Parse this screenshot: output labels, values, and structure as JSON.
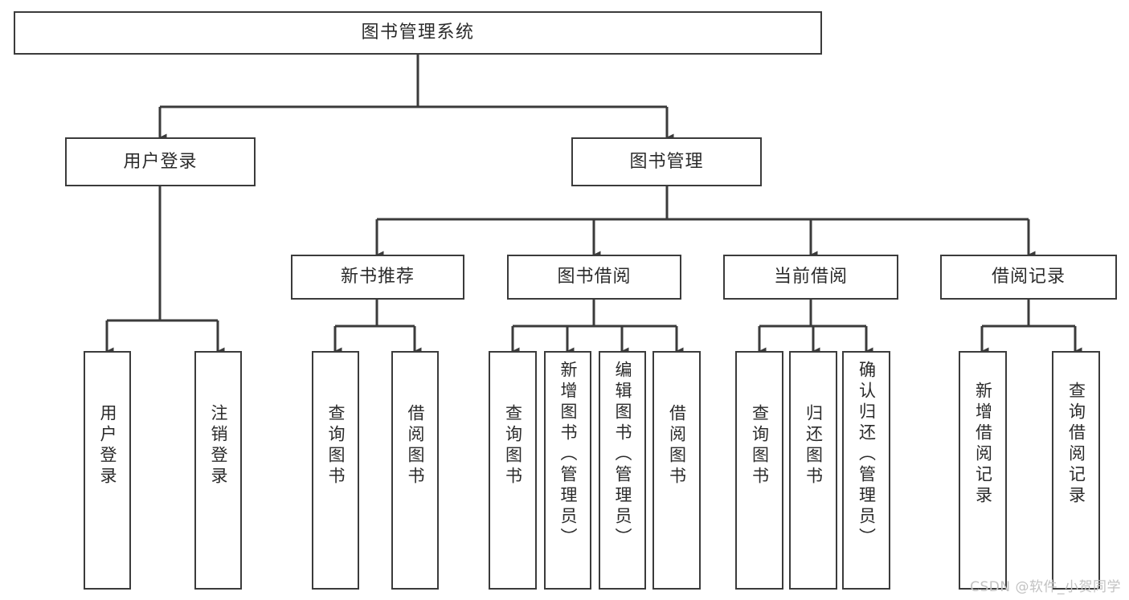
{
  "diagram": {
    "type": "tree-hierarchy-chart",
    "title": "图书管理系统",
    "line_color": "#3b3b3b",
    "box_fill": "#ffffff",
    "text_color": "#2b2b2b",
    "root": {
      "label": "图书管理系统"
    },
    "level2": [
      {
        "label": "用户登录"
      },
      {
        "label": "图书管理"
      }
    ],
    "level3": [
      {
        "label": "新书推荐"
      },
      {
        "label": "图书借阅"
      },
      {
        "label": "当前借阅"
      },
      {
        "label": "借阅记录"
      }
    ],
    "leaves": {
      "user_login": [
        {
          "label": "用户登录"
        },
        {
          "label": "注销登录"
        }
      ],
      "new_book_recommend": [
        {
          "label": "查询图书"
        },
        {
          "label": "借阅图书"
        }
      ],
      "book_borrow": [
        {
          "label": "查询图书"
        },
        {
          "label": "新增图书（管理员）"
        },
        {
          "label": "编辑图书（管理员）"
        },
        {
          "label": "借阅图书"
        }
      ],
      "current_borrow": [
        {
          "label": "查询图书"
        },
        {
          "label": "归还图书"
        },
        {
          "label": "确认归还（管理员）"
        }
      ],
      "borrow_record": [
        {
          "label": "新增借阅记录"
        },
        {
          "label": "查询借阅记录"
        }
      ]
    }
  },
  "watermark": {
    "text": "CSDN @软件_小贺同学",
    "color": "#c2c2c2"
  }
}
